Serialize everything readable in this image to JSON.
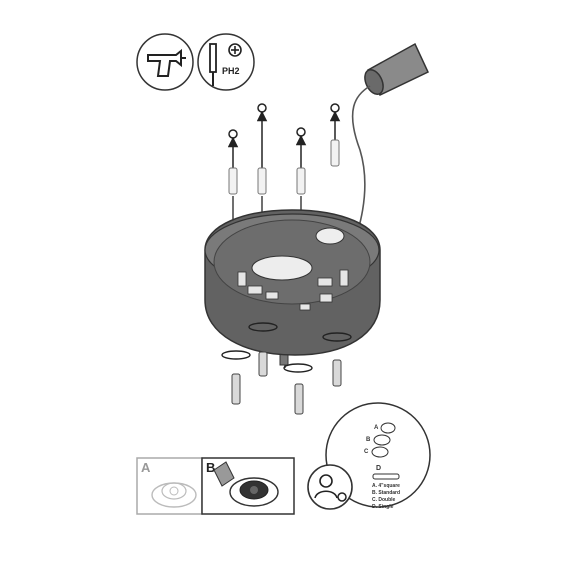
{
  "tools": {
    "screwdriver_label": "PH2"
  },
  "options": {
    "a_label": "A",
    "b_label": "B"
  },
  "box_types": {
    "header": "D",
    "items": [
      {
        "letter": "A",
        "text": "A. 4\"square"
      },
      {
        "letter": "B",
        "text": "B. Standard"
      },
      {
        "letter": "C",
        "text": "C. Double"
      },
      {
        "letter": "D",
        "text": "D. Single"
      }
    ]
  }
}
